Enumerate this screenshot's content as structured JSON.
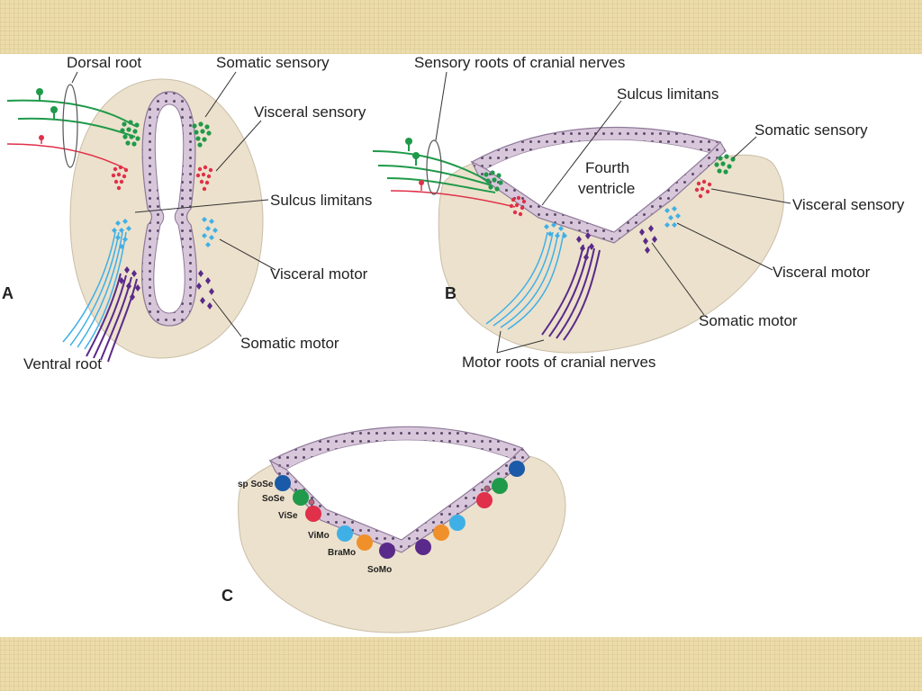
{
  "colors": {
    "tissue": "#ece1cc",
    "ependyma": "#d8c6da",
    "ependyma_edge": "#8e7a99",
    "somatic_sensory": "#1f9a4a",
    "visceral_sensory": "#e0304a",
    "visceral_motor": "#3fb0e6",
    "somatic_motor": "#5a2a8a",
    "branchial_motor": "#f0902a",
    "special_somatic_sensory": "#1a5aa8",
    "band": "#ecdcaa"
  },
  "panel_a": {
    "letter": "A",
    "labels": {
      "dorsal_root": "Dorsal root",
      "somatic_sensory": "Somatic sensory",
      "visceral_sensory": "Visceral sensory",
      "sulcus_limitans": "Sulcus limitans",
      "visceral_motor": "Visceral motor",
      "somatic_motor": "Somatic motor",
      "ventral_root": "Ventral root"
    }
  },
  "panel_b": {
    "letter": "B",
    "labels": {
      "sensory_roots": "Sensory roots of cranial nerves",
      "sulcus_limitans": "Sulcus limitans",
      "fourth_ventricle_1": "Fourth",
      "fourth_ventricle_2": "ventricle",
      "somatic_sensory": "Somatic sensory",
      "visceral_sensory": "Visceral sensory",
      "visceral_motor": "Visceral motor",
      "somatic_motor": "Somatic motor",
      "motor_roots": "Motor roots of cranial nerves"
    }
  },
  "panel_c": {
    "letter": "C",
    "labels": {
      "sp_sose": "sp SoSe",
      "sose": "SoSe",
      "vise": "ViSe",
      "vimo": "ViMo",
      "bramo": "BraMo",
      "somo": "SoMo"
    }
  }
}
